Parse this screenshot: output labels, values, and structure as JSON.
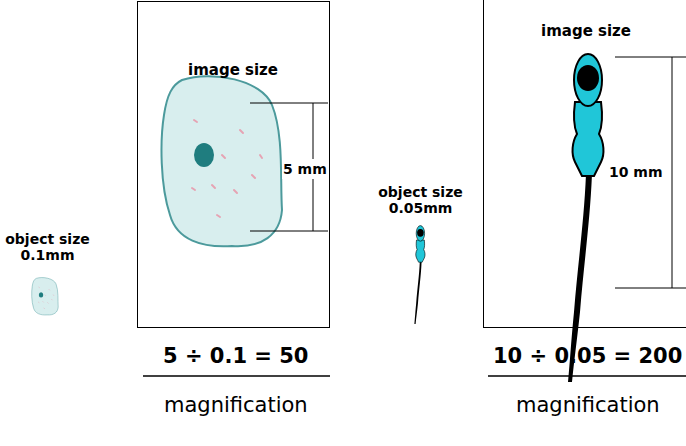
{
  "diagram": {
    "nodes": [
      {
        "text": [
          "image size"
        ]
      },
      {
        "text": [
          "image size"
        ]
      }
    ],
    "labels": [
      "object size 0.1mm",
      "5 mm",
      "5 ÷ 0.1 = 50",
      "magnification",
      "object size 0.05mm",
      "10 mm",
      "10 ÷ 0.05 = 200",
      "magnification"
    ]
  }
}
